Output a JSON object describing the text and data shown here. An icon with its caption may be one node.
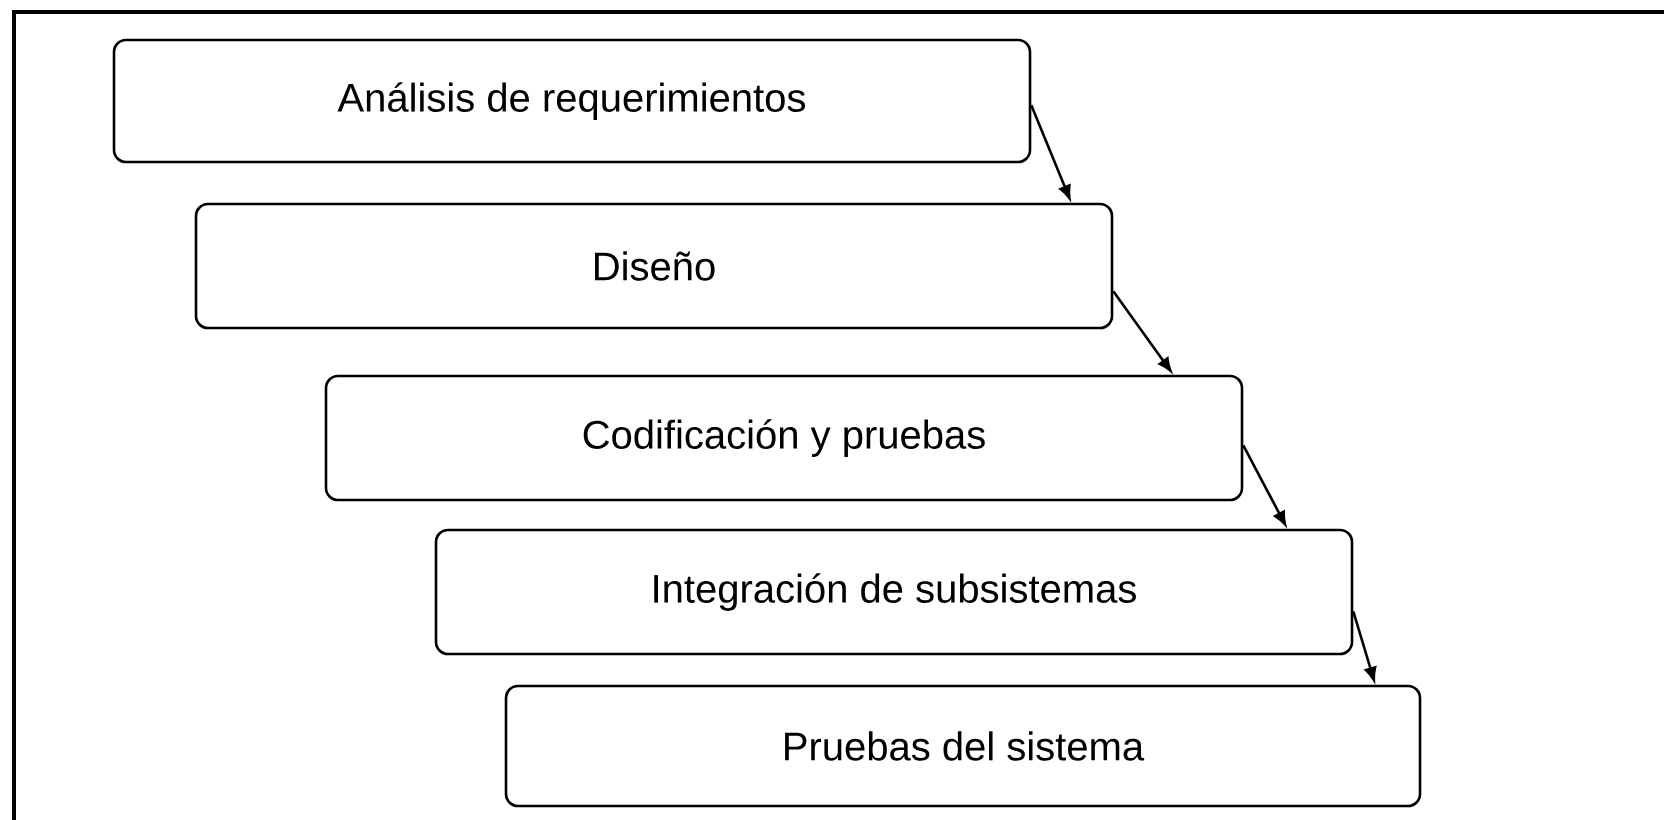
{
  "diagram": {
    "nodes": [
      {
        "text": [
          "Análisis de requerimientos"
        ]
      },
      {
        "text": [
          "Diseño"
        ]
      },
      {
        "text": [
          "Codificación y pruebas"
        ]
      },
      {
        "text": [
          "Integración de subsistemas"
        ]
      },
      {
        "text": [
          "Pruebas del sistema"
        ]
      }
    ],
    "edges": [
      {
        "from": 0,
        "to": 1,
        "arrow": "to"
      },
      {
        "from": 1,
        "to": 2,
        "arrow": "to"
      },
      {
        "from": 2,
        "to": 3,
        "arrow": "to"
      },
      {
        "from": 3,
        "to": 4,
        "arrow": "to"
      }
    ]
  }
}
